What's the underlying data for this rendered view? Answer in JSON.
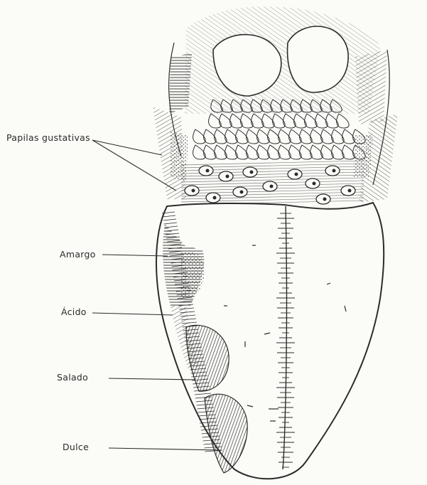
{
  "labels": {
    "papilas": "Papilas gustativas",
    "amargo": "Amargo",
    "acido": "Ácido",
    "salado": "Salado",
    "dulce": "Dulce"
  },
  "colors": {
    "ink": "#2b2b2b",
    "paper": "#fbfbf8"
  }
}
